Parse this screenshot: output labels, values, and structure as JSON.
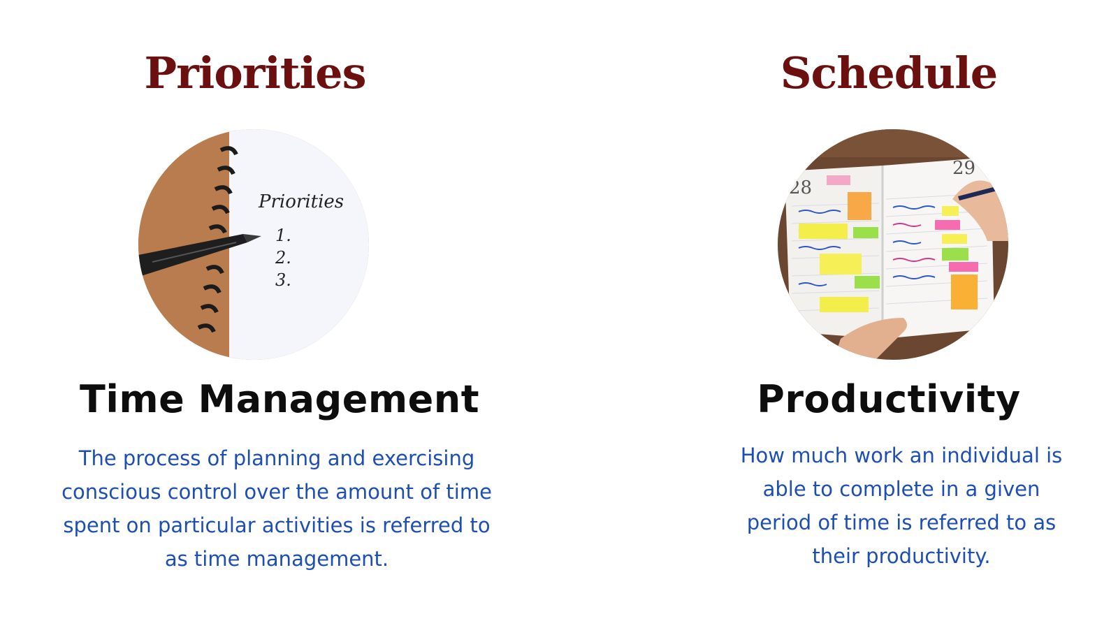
{
  "left": {
    "heading": "Priorities",
    "image": {
      "note_title": "Priorities",
      "list": [
        "1.",
        "2.",
        "3."
      ]
    },
    "title": "Time Management",
    "description": "The process of planning and exercising conscious control over the amount of time spent on particular activities is referred to as time management."
  },
  "right": {
    "heading": "Schedule",
    "image": {
      "page_left": "28",
      "page_right": "29"
    },
    "title": "Productivity",
    "description": "How much work an individual is able to complete in a given period of time is referred to as their productivity."
  },
  "colors": {
    "heading": "#6b0f0f",
    "title": "#0d0d0d",
    "description": "#1d4fb3"
  }
}
